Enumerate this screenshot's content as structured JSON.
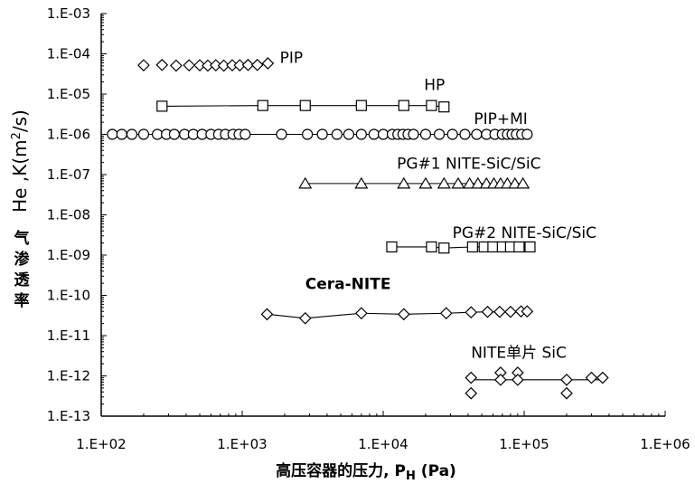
{
  "chart_data": {
    "type": "scatter",
    "xscale": "log",
    "yscale": "log",
    "xlim": [
      100,
      1000000
    ],
    "ylim": [
      1e-13,
      0.001
    ],
    "grid": false,
    "x_ticks": [
      "1.E+02",
      "1.E+03",
      "1.E+04",
      "1.E+05",
      "1.E+06"
    ],
    "y_ticks": [
      "1.E-03",
      "1.E-04",
      "1.E-05",
      "1.E-06",
      "1.E-07",
      "1.E-08",
      "1.E-09",
      "1.E-10",
      "1.E-11",
      "1.E-12",
      "1.E-13"
    ],
    "xlabel": {
      "prefix": "高压容器的压力, P",
      "sub": "H",
      "suffix": " (Pa)"
    },
    "ylabel": {
      "main_prefix": "He ,K(m",
      "main_sup": "2",
      "main_suffix": "/s)",
      "chinese": [
        "气",
        "渗",
        "透",
        "率"
      ]
    },
    "series": [
      {
        "name": "PIP",
        "marker": "diamond",
        "line": false,
        "label_x": 1850,
        "label_y": 6e-05,
        "bold": false,
        "points": [
          [
            200,
            5.2e-05
          ],
          [
            270,
            5.3e-05
          ],
          [
            340,
            5.1e-05
          ],
          [
            420,
            5.2e-05
          ],
          [
            500,
            5.2e-05
          ],
          [
            570,
            5.1e-05
          ],
          [
            650,
            5.2e-05
          ],
          [
            740,
            5.1e-05
          ],
          [
            850,
            5.2e-05
          ],
          [
            960,
            5.2e-05
          ],
          [
            1100,
            5.3e-05
          ],
          [
            1280,
            5.3e-05
          ],
          [
            1520,
            5.8e-05
          ]
        ]
      },
      {
        "name": "HP",
        "marker": "square",
        "line": true,
        "label_x": 19500,
        "label_y": 1.25e-05,
        "bold": false,
        "points": [
          [
            270,
            5e-06
          ],
          [
            1400,
            5.2e-06
          ],
          [
            2800,
            5.2e-06
          ],
          [
            7000,
            5.2e-06
          ],
          [
            14000,
            5.2e-06
          ],
          [
            22000,
            5.2e-06
          ],
          [
            27000,
            4.8e-06
          ]
        ]
      },
      {
        "name": "PIP+MI",
        "marker": "circle",
        "line": true,
        "label_x": 44000,
        "label_y": 1.8e-06,
        "bold": false,
        "points": [
          [
            120,
            1e-06
          ],
          [
            140,
            1e-06
          ],
          [
            165,
            1e-06
          ],
          [
            200,
            1e-06
          ],
          [
            250,
            1e-06
          ],
          [
            290,
            1e-06
          ],
          [
            330,
            1e-06
          ],
          [
            390,
            1e-06
          ],
          [
            450,
            1e-06
          ],
          [
            520,
            1e-06
          ],
          [
            600,
            1e-06
          ],
          [
            680,
            1e-06
          ],
          [
            760,
            1e-06
          ],
          [
            860,
            1e-06
          ],
          [
            950,
            1e-06
          ],
          [
            1050,
            1e-06
          ],
          [
            1900,
            1e-06
          ],
          [
            2900,
            1e-06
          ],
          [
            3700,
            1e-06
          ],
          [
            4700,
            1e-06
          ],
          [
            5700,
            1e-06
          ],
          [
            7000,
            1e-06
          ],
          [
            8600,
            1e-06
          ],
          [
            10000,
            1e-06
          ],
          [
            11600,
            1e-06
          ],
          [
            12700,
            1e-06
          ],
          [
            13800,
            1e-06
          ],
          [
            15000,
            1e-06
          ],
          [
            16400,
            1e-06
          ],
          [
            20000,
            1e-06
          ],
          [
            25000,
            1e-06
          ],
          [
            31000,
            1e-06
          ],
          [
            38000,
            1e-06
          ],
          [
            46000,
            1e-06
          ],
          [
            54000,
            1e-06
          ],
          [
            62000,
            1e-06
          ],
          [
            70000,
            1e-06
          ],
          [
            76000,
            1e-06
          ],
          [
            82000,
            1e-06
          ],
          [
            88000,
            1e-06
          ],
          [
            96000,
            1e-06
          ],
          [
            105000,
            1e-06
          ]
        ]
      },
      {
        "name": "PG#1 NITE-SiC/SiC",
        "marker": "triangle",
        "line": true,
        "label_x": 12500,
        "label_y": 1.4e-07,
        "bold": false,
        "points": [
          [
            2800,
            6e-08
          ],
          [
            7000,
            6e-08
          ],
          [
            14000,
            6e-08
          ],
          [
            20000,
            6e-08
          ],
          [
            27000,
            6e-08
          ],
          [
            34000,
            6e-08
          ],
          [
            41000,
            6e-08
          ],
          [
            47000,
            6e-08
          ],
          [
            54000,
            6e-08
          ],
          [
            61000,
            6e-08
          ],
          [
            68000,
            6e-08
          ],
          [
            76000,
            6e-08
          ],
          [
            86000,
            6e-08
          ],
          [
            98000,
            6e-08
          ]
        ]
      },
      {
        "name": "PG#2 NITE-SiC/SiC",
        "marker": "square",
        "line": true,
        "label_x": 31000,
        "label_y": 2.7e-09,
        "bold": false,
        "points": [
          [
            11500,
            1.6e-09
          ],
          [
            22000,
            1.6e-09
          ],
          [
            27000,
            1.5e-09
          ],
          [
            43000,
            1.6e-09
          ],
          [
            52000,
            1.6e-09
          ],
          [
            60000,
            1.6e-09
          ],
          [
            70000,
            1.6e-09
          ],
          [
            80000,
            1.6e-09
          ],
          [
            92000,
            1.6e-09
          ],
          [
            110000,
            1.6e-09
          ]
        ]
      },
      {
        "name": "Cera-NITE",
        "marker": "diamond",
        "line": true,
        "label_x": 2800,
        "label_y": 1.45e-10,
        "bold": true,
        "points": [
          [
            1500,
            3.4e-11
          ],
          [
            2800,
            2.7e-11
          ],
          [
            7000,
            3.6e-11
          ],
          [
            14000,
            3.4e-11
          ],
          [
            28000,
            3.6e-11
          ],
          [
            42000,
            3.8e-11
          ],
          [
            55000,
            3.9e-11
          ],
          [
            67000,
            3.9e-11
          ],
          [
            80000,
            3.9e-11
          ],
          [
            95000,
            4e-11
          ],
          [
            105000,
            4e-11
          ]
        ]
      },
      {
        "name": "NITE单片 SiC",
        "marker": "diamond",
        "line": true,
        "label_x": 42000,
        "label_y": 2.8e-12,
        "bold": false,
        "points": [
          [
            42000,
            9e-13
          ],
          [
            42000,
            3.7e-13
          ],
          [
            68000,
            1.2e-12
          ],
          [
            68000,
            8e-13
          ],
          [
            90000,
            1.2e-12
          ],
          [
            90000,
            8e-13
          ],
          [
            200000,
            8e-13
          ],
          [
            200000,
            3.7e-13
          ],
          [
            300000,
            9e-13
          ],
          [
            360000,
            9e-13
          ]
        ],
        "line_points": [
          [
            42000,
            8e-13
          ],
          [
            360000,
            8e-13
          ]
        ]
      }
    ]
  }
}
